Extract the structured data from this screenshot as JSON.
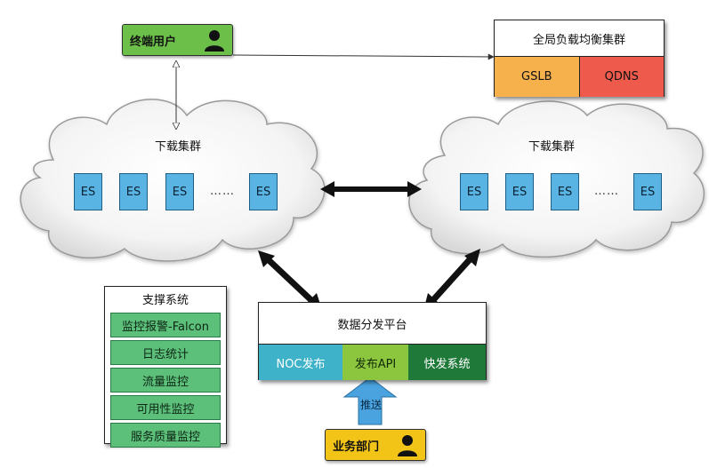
{
  "end_user": {
    "label": "终端用户",
    "icon": "person-icon"
  },
  "gslb_cluster": {
    "title": "全局负载均衡集群",
    "items": [
      {
        "label": "GSLB",
        "color": "#f6b04c"
      },
      {
        "label": "QDNS",
        "color": "#ee5b4d"
      }
    ]
  },
  "left_cluster": {
    "title": "下载集群",
    "nodes": [
      "ES",
      "ES",
      "ES",
      "ES"
    ],
    "ellipsis": "……"
  },
  "right_cluster": {
    "title": "下载集群",
    "nodes": [
      "ES",
      "ES",
      "ES",
      "ES"
    ],
    "ellipsis": "……"
  },
  "support_system": {
    "title": "支撑系统",
    "items": [
      "监控报警-Falcon",
      "日志统计",
      "流量监控",
      "可用性监控",
      "服务质量监控"
    ],
    "color": "#5cbf7a"
  },
  "distribution_platform": {
    "title": "数据分发平台",
    "items": [
      {
        "label": "NOC发布",
        "color": "#3eb2c8"
      },
      {
        "label": "发布API",
        "color": "#8cc63f"
      },
      {
        "label": "快发系统",
        "color": "#1f7a3a"
      }
    ]
  },
  "push_arrow": {
    "label": "推送"
  },
  "business_dept": {
    "label": "业务部门",
    "icon": "person-icon"
  },
  "colors": {
    "end_user_bg": "#6cc04a",
    "business_bg": "#f2c418",
    "es_node": "#5ab4e3",
    "push_arrow": "#4aa3df"
  }
}
